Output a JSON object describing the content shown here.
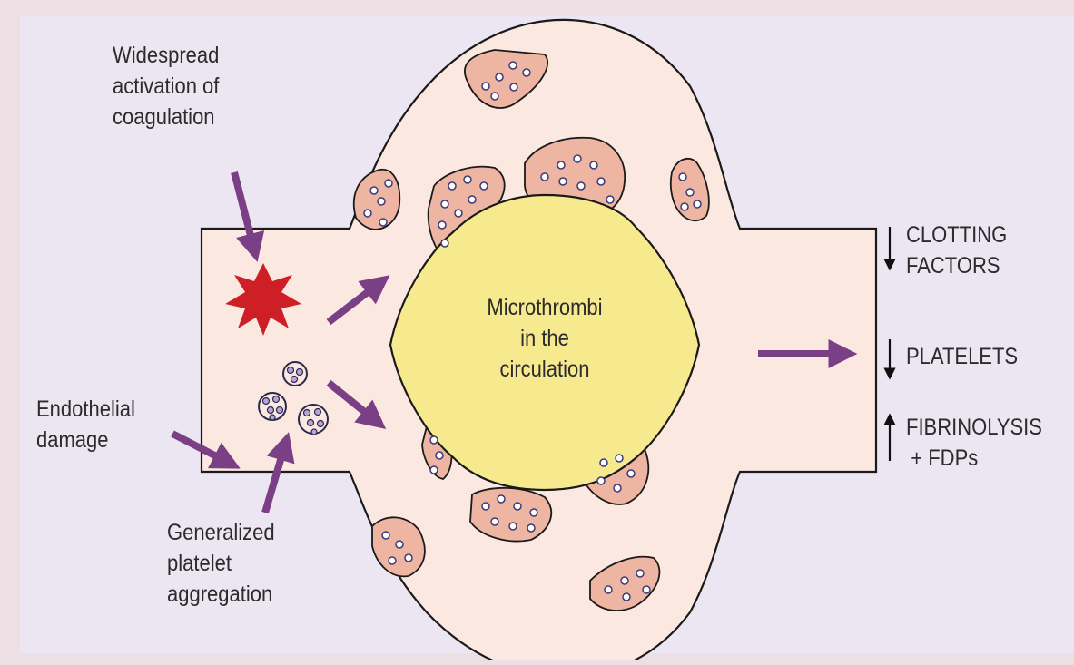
{
  "labels": {
    "coagulation": [
      "Widespread",
      "activation of",
      "coagulation"
    ],
    "endothelial": [
      "Endothelial",
      "damage"
    ],
    "platelet_aggregation": [
      "Generalized",
      "platelet",
      "aggregation"
    ],
    "microthrombi": [
      "Microthrombi",
      "in the",
      "circulation"
    ],
    "clotting_factors": [
      "CLOTTING",
      "FACTORS"
    ],
    "platelets": "PLATELETS",
    "fibrinolysis": [
      "FIBRINOLYSIS",
      "+ FDPs"
    ]
  },
  "colors": {
    "background": "#ede0e5",
    "panel": "#ece6f2",
    "vessel": "#fbe9e1",
    "thrombus": "#f7ea8e",
    "plaque": "#efb5a3",
    "arrow": "#7b3f86",
    "star": "#cf1f26"
  }
}
